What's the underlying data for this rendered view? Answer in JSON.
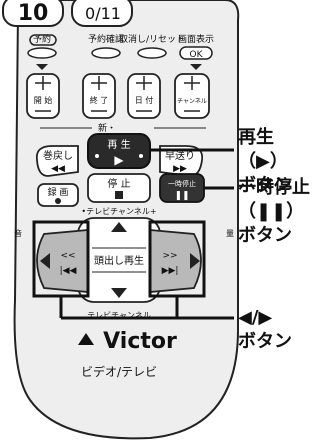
{
  "remote": {
    "top_numbers": [
      "10",
      "0/11"
    ],
    "row1_labels": [
      "予約",
      "予約確認",
      "取消し/リセット",
      "画面表示"
    ],
    "ok_label": "OK",
    "plus_buttons": [
      {
        "label": "開 始"
      },
      {
        "label": "終 了"
      },
      {
        "label": "日 付"
      },
      {
        "label": "チャンネル"
      }
    ],
    "small_label_new": "新・",
    "play_label": "再 生",
    "play_symbol": "▶",
    "rew_label": "巻戻し",
    "ff_label": "早送り",
    "stop_label": "停 止",
    "rec_label": "録 画",
    "pause_label": "一時停止",
    "pause_symbol": "❚❚",
    "tv_channel_plus": "•テレビチャンネル+",
    "tv_channel_minus": "テレビチャンネル",
    "sound_label": "音",
    "volume_label": "量",
    "center_label": "頭出し再生",
    "brand": "Victor",
    "footer": "ビデオ/テレビ"
  },
  "callouts": {
    "play": [
      "再生",
      "（▶）",
      "ボタン"
    ],
    "pause": [
      "一時停止",
      "（❚❚）",
      "ボタン"
    ],
    "skip": [
      "◀/▶",
      "ボタン"
    ]
  }
}
